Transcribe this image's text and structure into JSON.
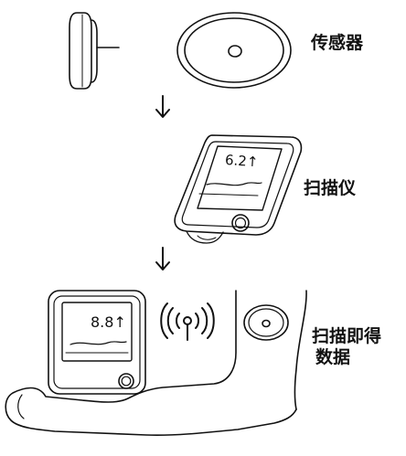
{
  "labels": {
    "sensor": "传感器",
    "scanner": "扫描仪",
    "scan_result_line1": "扫描即得",
    "scan_result_line2": "数据"
  },
  "readings": {
    "scanner_screen": "6.2↑",
    "phone_screen": "8.8↑"
  },
  "icons": {
    "flow_arrow_1": "arrow-down-icon",
    "flow_arrow_2": "arrow-down-icon",
    "wireless": "wireless-signal-icon"
  },
  "colors": {
    "line": "#111111",
    "background": "#ffffff"
  }
}
